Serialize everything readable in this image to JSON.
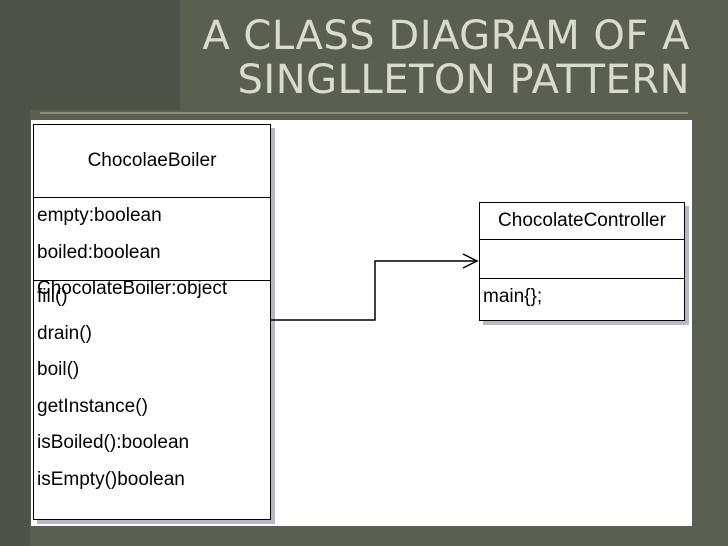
{
  "slide": {
    "title_line1": "A CLASS DIAGRAM  OF A",
    "title_line2": "SINGLLETON PATTERN"
  },
  "boiler": {
    "name": "ChocolaeBoiler",
    "attributes": [
      "empty:boolean",
      "boiled:boolean",
      "ChocolateBoiler:object"
    ],
    "operations": [
      "fill()",
      "drain()",
      "boil()",
      "getInstance()",
      "isBoiled():boolean",
      "isEmpty()boolean"
    ]
  },
  "controller": {
    "name": "ChocolateController",
    "attributes": [],
    "operations": [
      "main{};"
    ]
  },
  "colors": {
    "background": "#5a5f52",
    "title": "#d9dccd",
    "class_shadow": "#b8b8c8"
  }
}
